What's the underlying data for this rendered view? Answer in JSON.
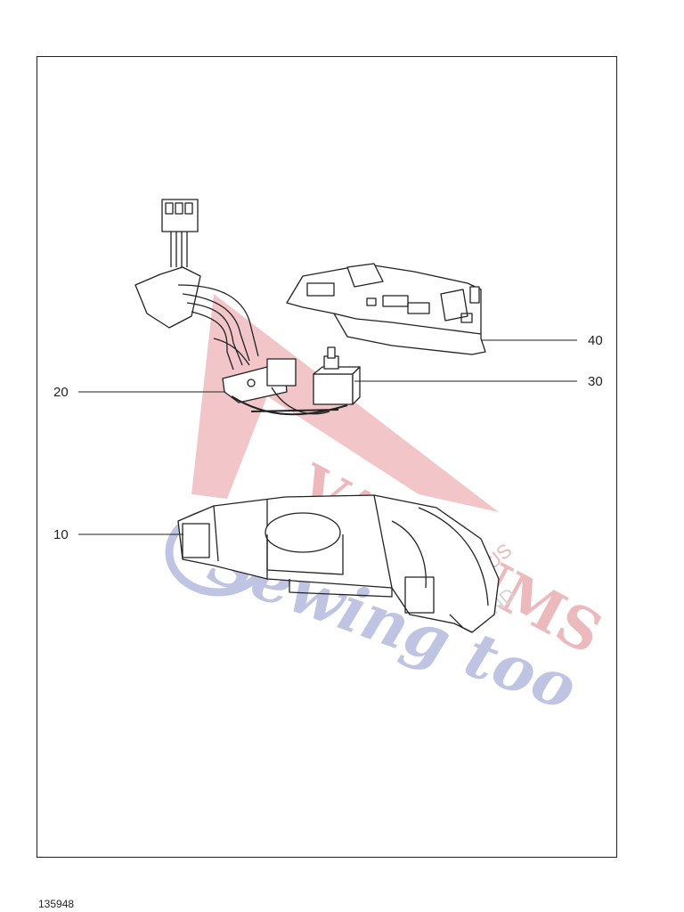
{
  "callouts": {
    "part_10": "10",
    "part_20": "20",
    "part_30": "30",
    "part_40": "40"
  },
  "document_id": "135948",
  "watermark": {
    "main": "VACUUMS",
    "suffix_top": "R-US",
    "suffix_bottom": "AND",
    "script": "Sewing too",
    "colors": {
      "red": "#e8a0a4",
      "blue": "#a9b0d9"
    }
  }
}
